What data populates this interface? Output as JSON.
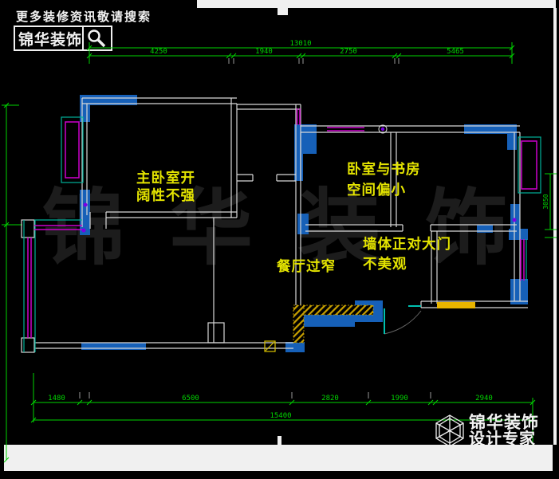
{
  "header": {
    "tagline": "更多装修资讯敬请搜索",
    "brand": "锦华装饰",
    "search_icon": "magnifier-icon"
  },
  "watermark": "锦 华 装 饰",
  "plan": {
    "annotations": {
      "master_bedroom": [
        "主卧室开",
        "阔性不强"
      ],
      "bedroom_study": [
        "卧室与书房",
        "空间偏小"
      ],
      "wall_entry": [
        "墙体正对大门",
        "不美观"
      ],
      "dining": "餐厅过窄"
    },
    "dimensions": {
      "top_total": "13010",
      "top_segments": [
        "4250",
        "1940",
        "2750",
        "5465"
      ],
      "bottom_segments": [
        "1480",
        "6500",
        "2820",
        "1990",
        "2940"
      ],
      "bottom_total": "15400",
      "right_segment": "3050"
    }
  },
  "footer": {
    "brand": "锦华装饰",
    "subtitle": "设计专家",
    "logo_icon": "cube-logo-icon"
  },
  "colors": {
    "dimension_green": "#00d400",
    "wall_blue": "#1660b8",
    "window_magenta": "#cc00cc",
    "window_teal": "#00b09a",
    "annotation_yellow": "#e4e400",
    "hatch_yellow": "#c8a000",
    "wall_white": "#d8d8d8"
  }
}
